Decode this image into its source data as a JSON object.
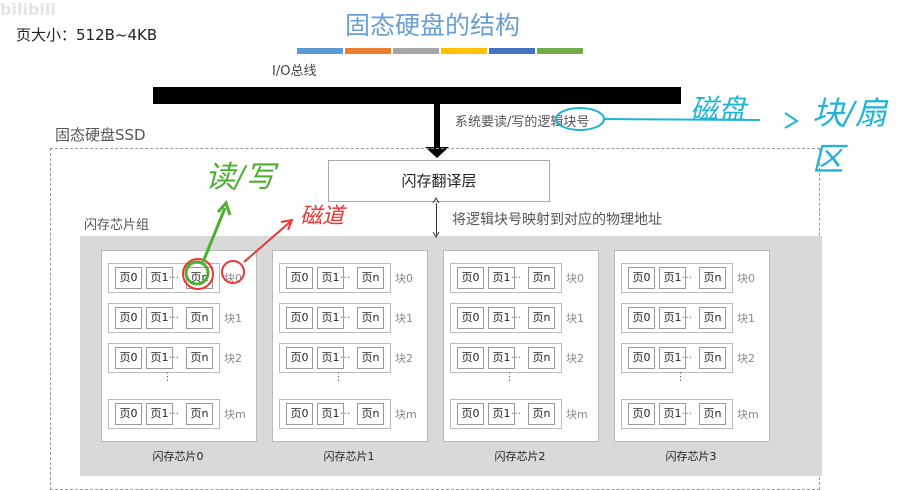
{
  "watermark": "bilibili",
  "page_size_note": "页大小：512B~4KB",
  "title": "固态硬盘的结构",
  "title_bars": [
    "#5b9bd5",
    "#ed7d31",
    "#a5a5a5",
    "#ffc000",
    "#4472c4",
    "#70ad47"
  ],
  "io_bus_label": "I/O总线",
  "request_label": "系统要读/写的逻辑块号",
  "ssd_label": "固态硬盘SSD",
  "ftl_label": "闪存翻译层",
  "mapping_label": "将逻辑块号映射到对应的物理地址",
  "chip_group_label": "闪存芯片组",
  "pages": [
    "页0",
    "页1",
    "页n"
  ],
  "page_ellipsis": "…",
  "blocks": [
    "块0",
    "块1",
    "块2",
    "块m"
  ],
  "vertical_ellipsis": "⋮",
  "chips": [
    "闪存芯片0",
    "闪存芯片1",
    "闪存芯片2",
    "闪存芯片3"
  ],
  "annotations": {
    "disk": "磁盘",
    "arrow": "→",
    "block_sector": "块/扇区",
    "read_write": "读/写",
    "track": "磁道"
  }
}
